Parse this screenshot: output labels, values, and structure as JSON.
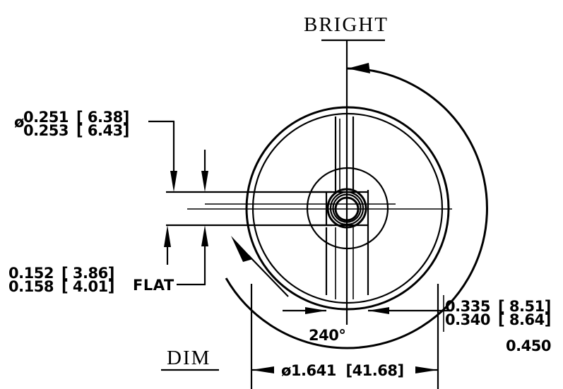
{
  "drawing": {
    "title_labels": {
      "bright": "BRIGHT",
      "dim": "DIM",
      "flat": "FLAT"
    },
    "dimensions": {
      "bore_diameter": {
        "symbol": "ø",
        "upper_inch": "0.251",
        "lower_inch": "0.253",
        "upper_mm": "[ 6.38]",
        "lower_mm": "[ 6.43]"
      },
      "flat_depth": {
        "upper_inch": "0.152",
        "lower_inch": "0.158",
        "upper_mm": "[ 3.86]",
        "lower_mm": "[ 4.01]"
      },
      "slot_width": {
        "upper_inch": "0.335",
        "lower_inch": "0.340",
        "upper_mm": "[ 8.51]",
        "lower_mm": "[ 8.64]"
      },
      "overall_diameter": {
        "text": "ø1.641  [41.68]"
      },
      "arc_angle": {
        "text": "240°"
      },
      "plain_note": {
        "text": "0.450"
      }
    }
  }
}
